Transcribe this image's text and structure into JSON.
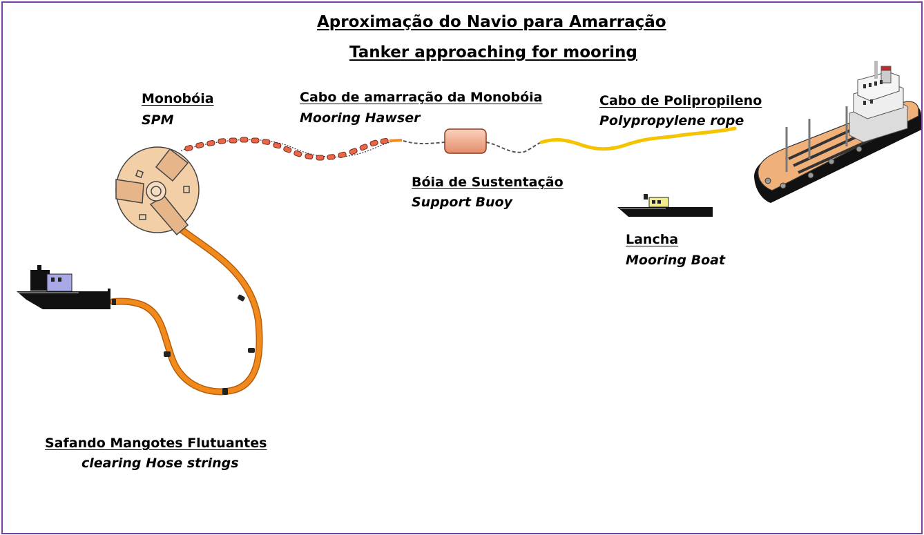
{
  "title": {
    "pt": "Aproximação do Navio para Amarração",
    "en": "Tanker approaching for mooring"
  },
  "labels": {
    "spm": {
      "pt": "Monobóia",
      "en": "SPM"
    },
    "hawser": {
      "pt": "Cabo de amarração da Monobóia",
      "en": "Mooring Hawser"
    },
    "rope": {
      "pt": "Cabo de Polipropileno",
      "en": "Polypropylene rope"
    },
    "buoy": {
      "pt": "Bóia de Sustentação",
      "en": "Support Buoy"
    },
    "boat": {
      "pt": "Lancha",
      "en": "Mooring Boat"
    },
    "hose": {
      "pt": "Safando Mangotes Flutuantes",
      "en": "clearing Hose strings"
    }
  },
  "colors": {
    "frame": "#7b3fa0",
    "hose": "#f08a1c",
    "rope": "#f5c400",
    "hawser_float": "#e8674a",
    "buoy": "#f2a98a",
    "spm": "#f3cfa8",
    "tanker_deck": "#f0b07a",
    "hull": "#111111"
  },
  "icons": [
    "spm-buoy-icon",
    "support-buoy-icon",
    "tanker-ship-icon",
    "mooring-boat-icon",
    "tug-boat-icon"
  ]
}
